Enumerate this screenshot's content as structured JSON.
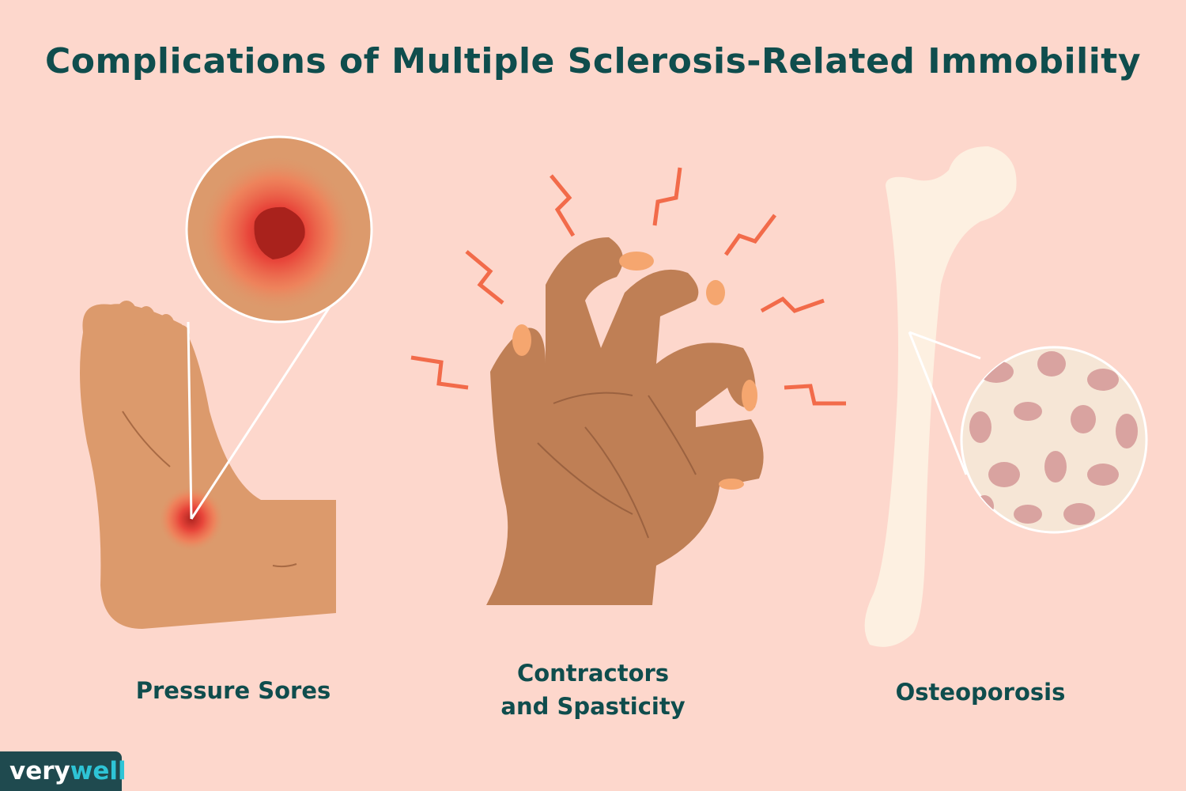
{
  "title": "Complications of Multiple Sclerosis-Related Immobility",
  "panels": [
    {
      "label": "Pressure Sores"
    },
    {
      "label_line1": "Contractors",
      "label_line2": "and Spasticity"
    },
    {
      "label": "Osteoporosis"
    }
  ],
  "logo": {
    "part1": "very",
    "part2": "well"
  },
  "colors": {
    "background": "#fdd7cc",
    "title": "#0f4d4d",
    "skin_light": "#dc9a6c",
    "skin_dark": "#bf7f55",
    "spark": "#f26b4a",
    "bone": "#fdf0e1"
  }
}
